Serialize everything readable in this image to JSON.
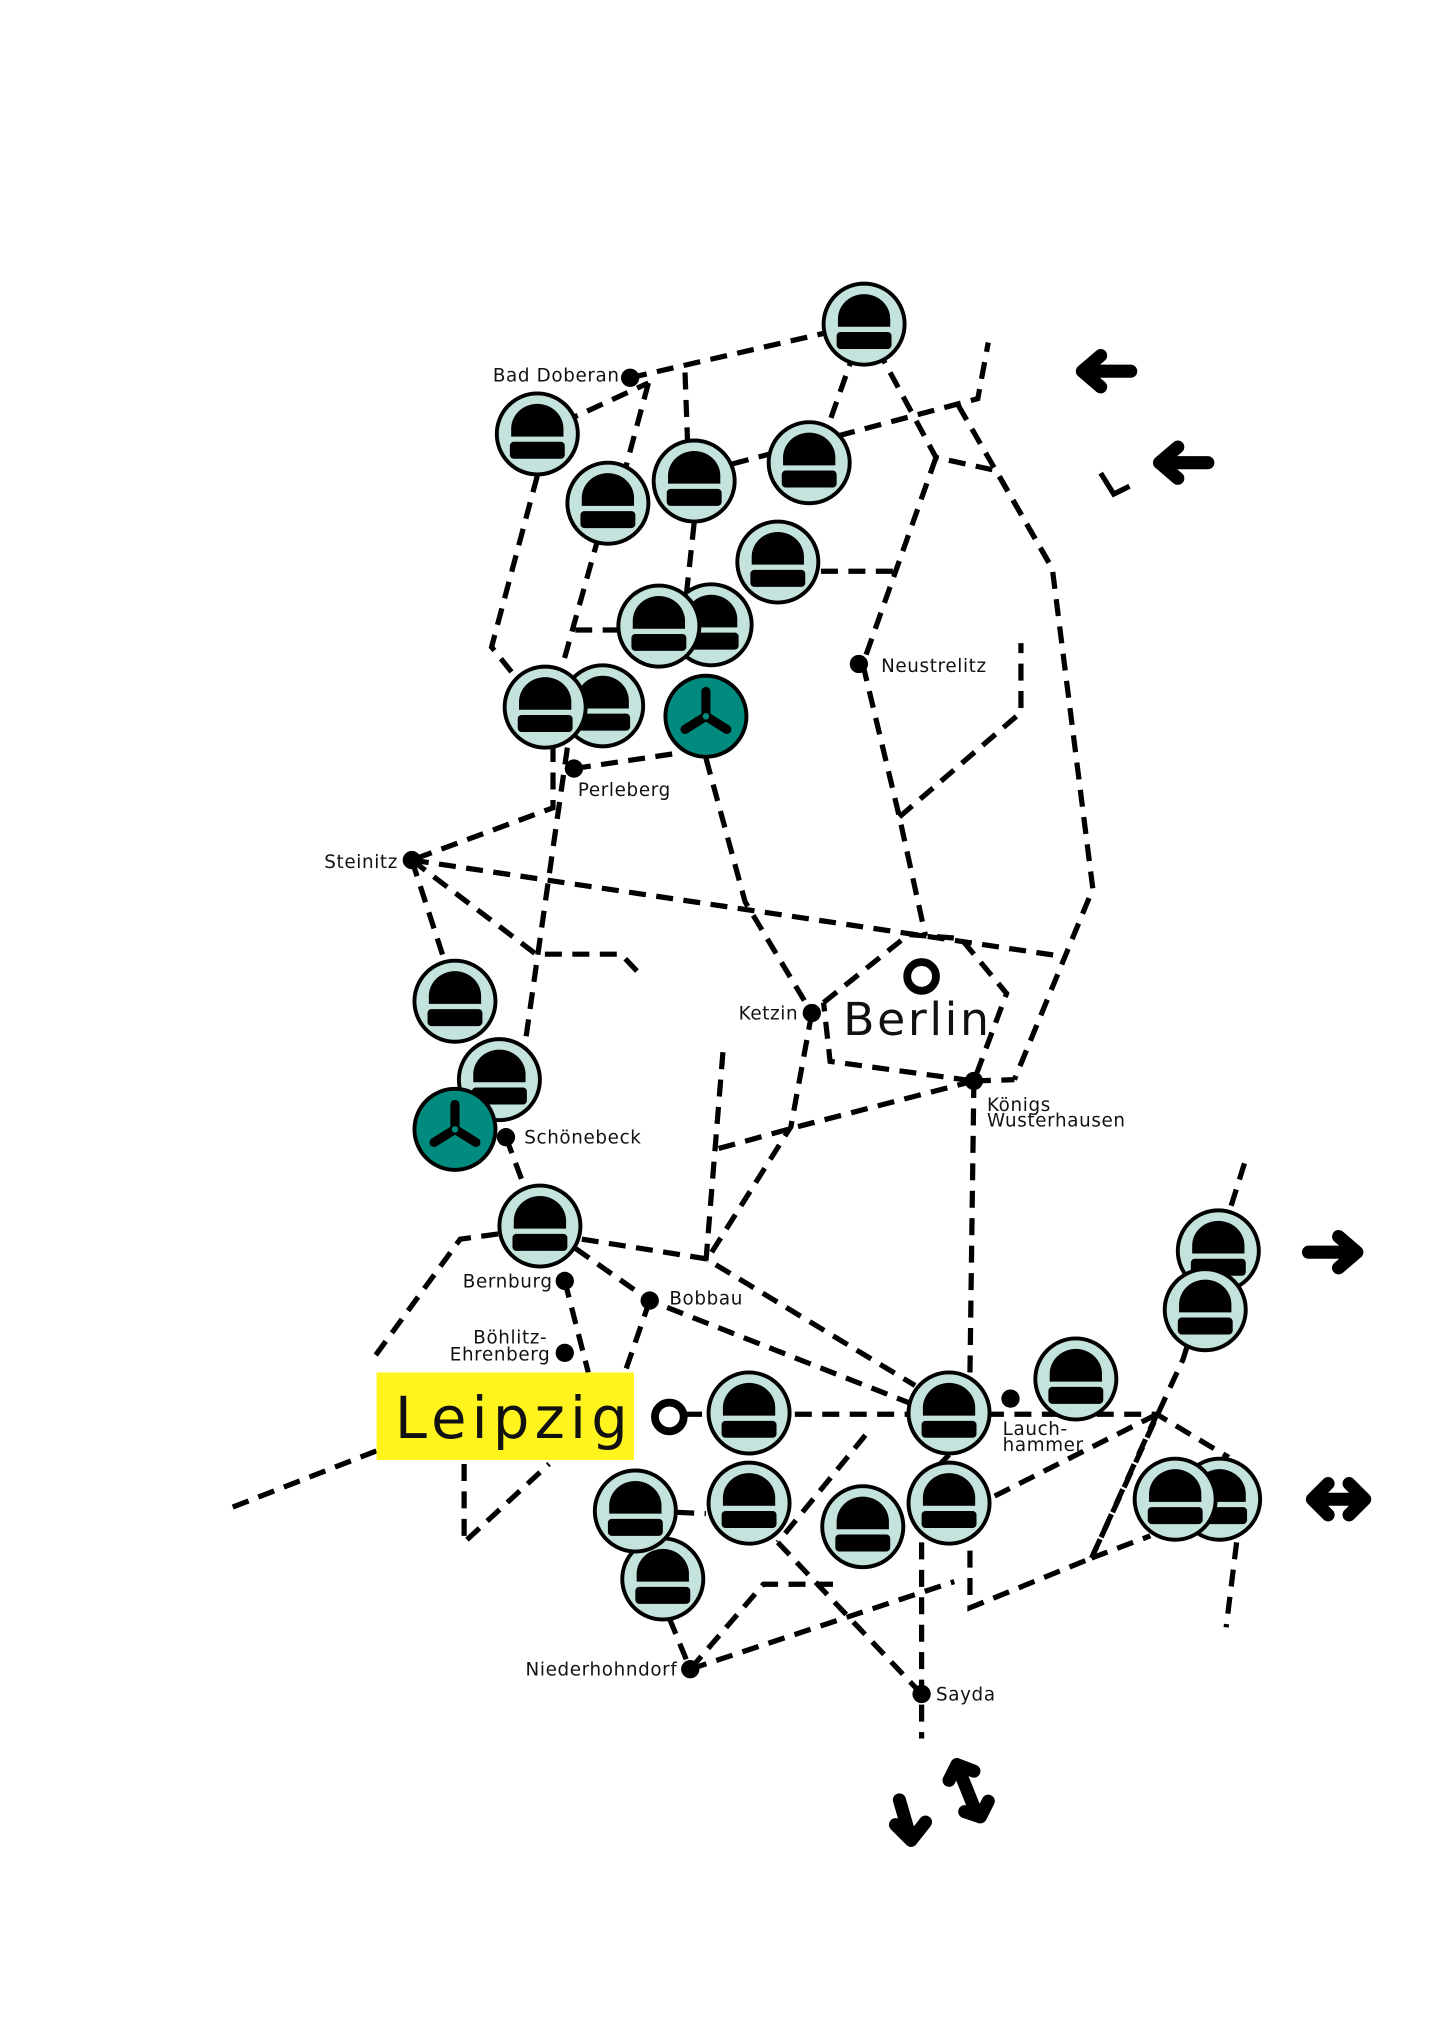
{
  "map": {
    "cities": {
      "berlin": "Berlin",
      "leipzig": "Leipzig"
    },
    "towns": {
      "bad_doberan": "Bad Doberan",
      "neustrelitz": "Neustrelitz",
      "perleberg": "Perleberg",
      "steinitz": "Steinitz",
      "ketzin": "Ketzin",
      "koenigs_1": "Königs",
      "koenigs_2": "Wusterhausen",
      "schoenebeck": "Schönebeck",
      "bernburg": "Bernburg",
      "bobbau": "Bobbau",
      "boehlitz_1": "Böhlitz-",
      "boehlitz_2": "Ehrenberg",
      "lauchhammer_1": "Lauch-",
      "lauchhammer_2": "hammer",
      "niederhohndorf": "Niederhohndorf",
      "sayda": "Sayda"
    },
    "icons": {
      "plant": "coal-plant-icon",
      "turbine": "wind-turbine-icon",
      "arrow": "arrow-icon"
    },
    "colors": {
      "plant_fill": "#c4e3dc",
      "turbine_fill": "#008b7e",
      "highlight": "#fff41e",
      "line": "#000000"
    }
  }
}
